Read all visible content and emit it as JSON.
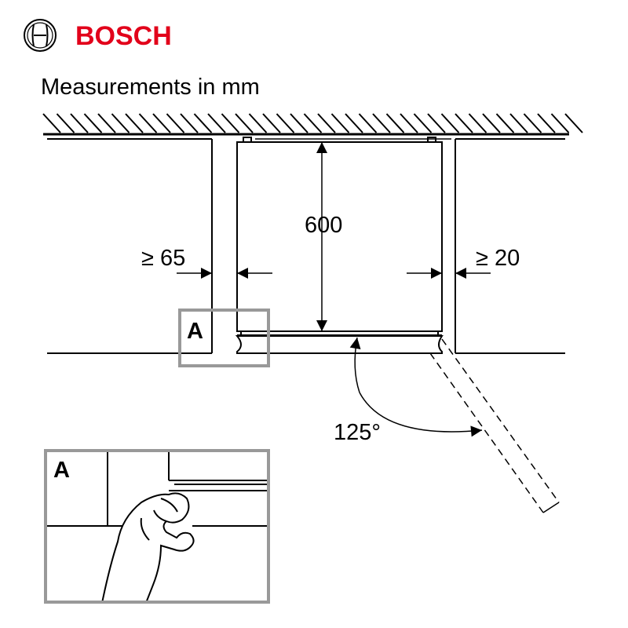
{
  "brand": {
    "name": "BOSCH",
    "color": "#e2001a"
  },
  "title": "Measurements in mm",
  "dimensions": {
    "height": "600",
    "left_gap": "≥ 65",
    "right_gap": "≥ 20",
    "door_angle": "125°"
  },
  "detail_label": "A",
  "detail_callout_label": "A",
  "colors": {
    "line": "#000000",
    "detail_frame": "#999999"
  }
}
